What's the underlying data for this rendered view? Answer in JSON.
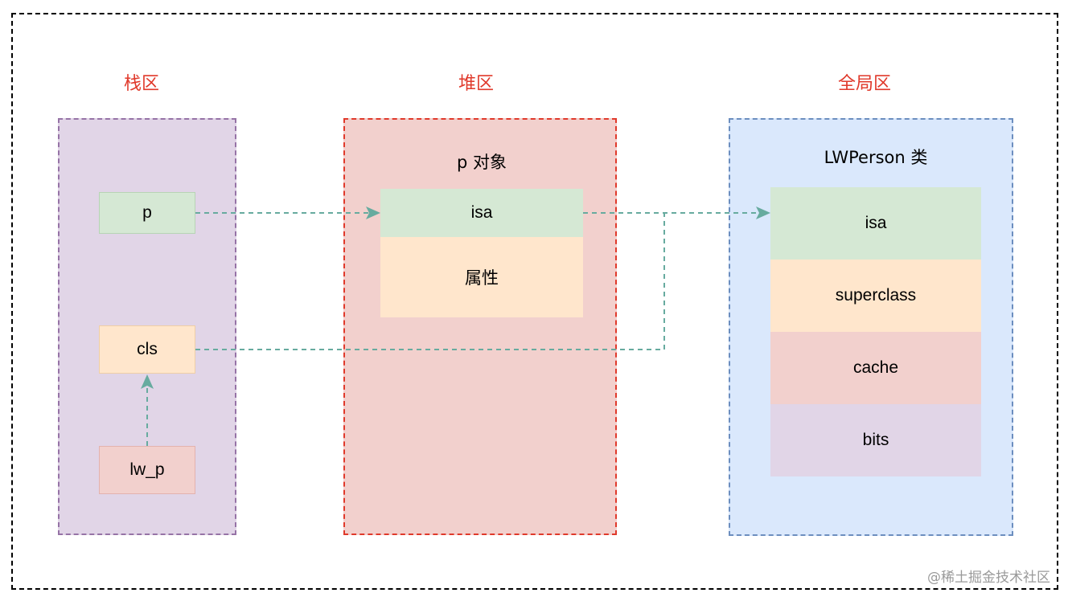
{
  "colors": {
    "stack_bg": "#e1d5e7",
    "stack_border": "#9673a6",
    "heap_bg": "#f2d0cd",
    "heap_border": "#e0392b",
    "global_bg": "#dae8fc",
    "global_border": "#6c8ebf",
    "green_cell": "#d5e8d4",
    "orange_cell": "#ffe6cc",
    "red_cell": "#f2d0cd",
    "purple_cell": "#e1d5e7",
    "arrow": "#67ab9f",
    "title": "#e0392b"
  },
  "regions": {
    "stack": {
      "title": "栈区"
    },
    "heap": {
      "title": "堆区"
    },
    "global": {
      "title": "全局区"
    }
  },
  "stack_cells": {
    "p": "p",
    "cls": "cls",
    "lw_p": "lw_p"
  },
  "heap_object": {
    "caption": "p 对象",
    "isa": "isa",
    "props": "属性"
  },
  "class_object": {
    "caption": "LWPerson 类",
    "isa": "isa",
    "superclass": "superclass",
    "cache": "cache",
    "bits": "bits"
  },
  "watermark": "@稀土掘金技术社区"
}
